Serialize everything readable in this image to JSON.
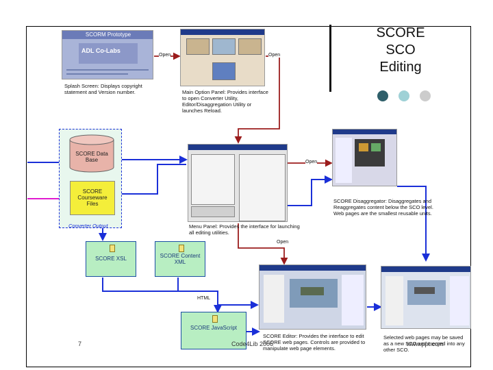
{
  "slide": {
    "title_lines": [
      "SCORE",
      "SCO",
      "Editing"
    ],
    "dot_colors": [
      "#2f5f6a",
      "#9fd1d6",
      "#cccccc"
    ],
    "page_number": "7",
    "footer_left": "Code4Lib 2006",
    "footer_right": "www.ppt.com"
  },
  "nodes": {
    "database": "SCORE Data Base",
    "courseware": "SCORE Courseware Files",
    "converter_output": "Converter Output",
    "xsl": "SCORE XSL",
    "content_xml": "SCORE Content XML",
    "javascript": "SCORE JavaScript"
  },
  "edge_labels": {
    "open1": "Open",
    "open2": "Open",
    "open3": "Open",
    "open4": "Open",
    "html": "HTML"
  },
  "splash": {
    "title": "SCORM Prototype",
    "logo": "ADL Co-Labs",
    "caption": "Splash Screen: Displays copyright statement and Version number."
  },
  "main_panel": {
    "caption": "Main Option Panel: Provides interface to open Converter Utility, Editor/Disaggregation Utility or launches Reload."
  },
  "menu_panel": {
    "caption": "Menu Panel: Provides the interface for launching all editing utilities."
  },
  "disaggregator": {
    "caption": "SCORE Disaggregator: Disaggregates and Reaggregates content below the SCO level. Web pages are the smallest reusable units."
  },
  "editor": {
    "caption": "SCORE Editor: Provides the interface to edit SCORE web pages. Controls are provided to manipulate web page elements."
  },
  "selected": {
    "caption": "Selected web pages may be saved as a new SCO and merged into any other SCO."
  },
  "colors": {
    "flow_red": "#9b1c1c",
    "flow_blue": "#1a2fd8",
    "flow_magenta": "#e01ad0",
    "node_fill": "#b8eec2",
    "db_fill": "#e8b3a9",
    "courseware_fill": "#f4ee3a"
  }
}
